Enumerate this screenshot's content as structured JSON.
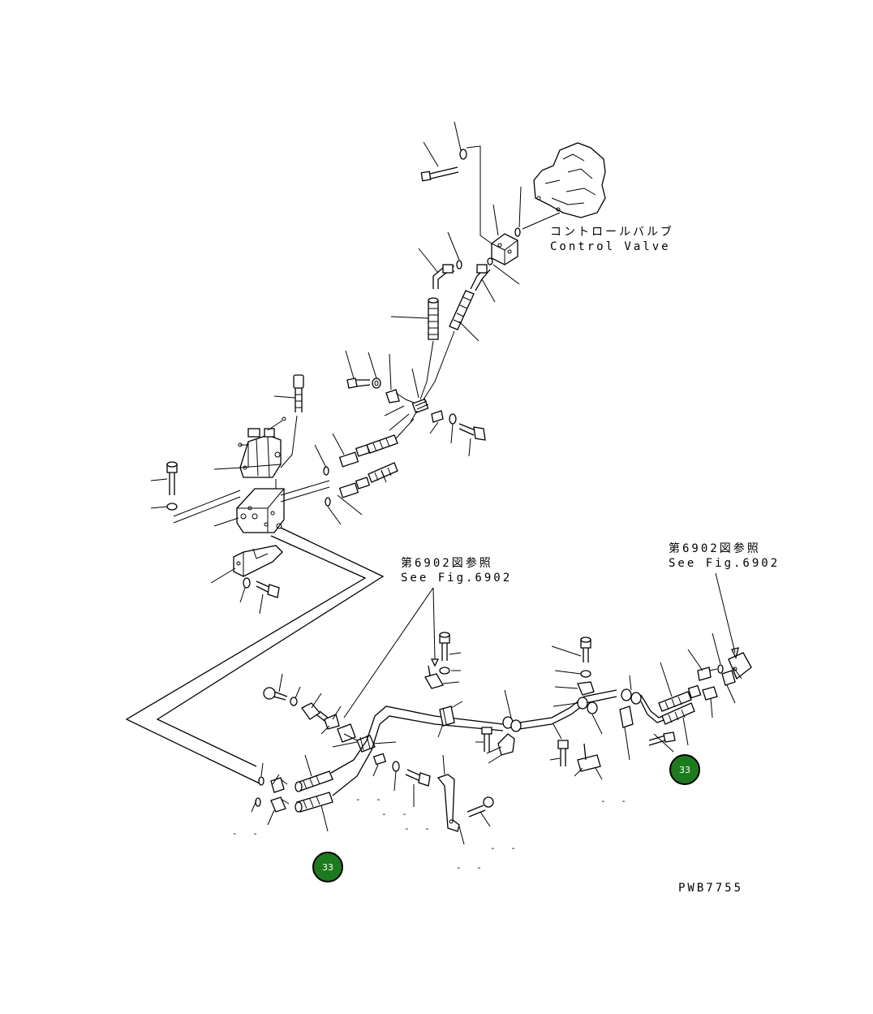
{
  "labels": {
    "control_valve_jp": "コントロールバルブ",
    "control_valve_en": "Control Valve",
    "ref_left_jp": "第6902図参照",
    "ref_left_en": "See Fig.6902",
    "ref_right_jp": "第6902図参照",
    "ref_right_en": "See Fig.6902",
    "drawing_id": "PWB7755"
  },
  "callouts": {
    "callout_right": "33",
    "callout_left": "33"
  },
  "dash_marks": {
    "d1": "- -",
    "d2": "- -",
    "d3": "- -",
    "d4": "- -",
    "d5": "- -",
    "d6": "- -",
    "d7": "- -"
  },
  "colors": {
    "line": "#000000",
    "callout_fill": "#1e7a1e",
    "callout_text": "#ffffff"
  }
}
